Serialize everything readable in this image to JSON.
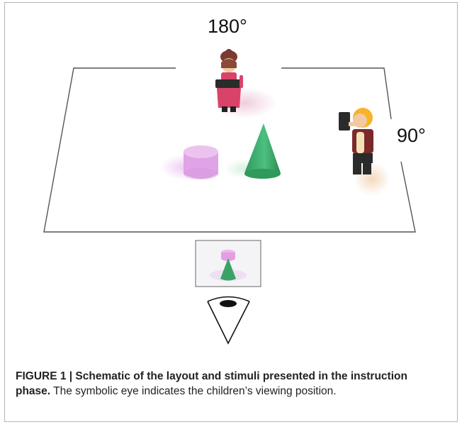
{
  "figure": {
    "angle_top": "180°",
    "angle_right": "90°",
    "caption_label": "FIGURE 1 | Schematic of the layout and stimuli presented in the instruction phase.",
    "caption_text": " The symbolic eye indicates the children’s viewing position."
  },
  "colors": {
    "frame": "#b5b5b5",
    "outline": "#555555",
    "cylinder": "#e6b5ea",
    "cone": "#3fae6f",
    "doll_dress": "#d9436a",
    "doll_hair": "#8a4a3a",
    "photographer_hair": "#f5a623",
    "photographer_shirt": "#7a2a2a"
  },
  "icons": [
    "eye-icon"
  ]
}
